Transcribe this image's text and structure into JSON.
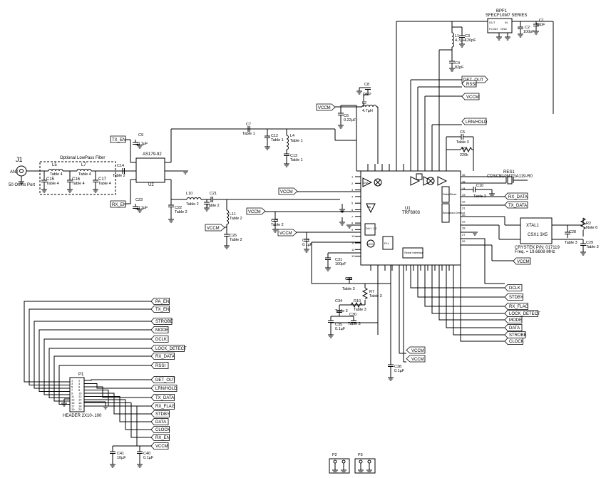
{
  "antenna": {
    "ref": "J1",
    "label": "ANT",
    "sub": "50 Ohms Port"
  },
  "filter": {
    "title": "Optional LowPass Filter"
  },
  "ics": {
    "u2": {
      "ref": "U2",
      "part": "AS179-92"
    },
    "u1": {
      "ref": "U1",
      "part": "TRF6903"
    },
    "bpf1": {
      "ref": "BPF1",
      "part": "SFECF10M7 SERIES",
      "pins": [
        "OUT",
        "IN",
        "FLOAT",
        "GND"
      ]
    },
    "xtal1": {
      "ref": "XTAL1",
      "part": "CSX1 3X5",
      "note1": "CRYSTEK P/N: 017119",
      "note2": "Freq. = 19.6608 MHz"
    },
    "res1": {
      "ref": "RES1",
      "part": "CDSCB10M7GA119-R0"
    },
    "p1": {
      "ref": "P1",
      "part": "HEADER 2X10-.100"
    },
    "p2": {
      "ref": "P2"
    },
    "p3": {
      "ref": "P3"
    }
  },
  "blocks": {
    "lna": "LNA",
    "pa": "PA",
    "div": "DIV / 1,2",
    "vco": "VCO",
    "pll": "PLL",
    "serial": "Serial Interface",
    "demod": "Data Slicer",
    "mod": "Brownian Demod"
  },
  "components": {
    "L5": {
      "ref": "L5",
      "val": "Table 4"
    },
    "L7": {
      "ref": "L7",
      "val": "Table 4"
    },
    "C15": {
      "ref": "C15",
      "val": "Table 4"
    },
    "C16": {
      "ref": "C16",
      "val": "Table 4"
    },
    "C17": {
      "ref": "C17",
      "val": "Table 4"
    },
    "C14": {
      "ref": "C14",
      "val": "Table 2"
    },
    "C9": {
      "ref": "C9",
      "val": "0.1µF"
    },
    "C23": {
      "ref": "C23",
      "val": "0.1µF"
    },
    "C22": {
      "ref": "C22",
      "val": "Table 2"
    },
    "L10": {
      "ref": "L10",
      "val": "Table 2"
    },
    "C21": {
      "ref": "C21",
      "val": "Table 2"
    },
    "L11": {
      "ref": "L11",
      "val": "Table 2"
    },
    "C26": {
      "ref": "C26",
      "val": "Table 2"
    },
    "C7": {
      "ref": "C7",
      "val": "Table 1"
    },
    "C12": {
      "ref": "C12",
      "val": "Table 1"
    },
    "L4": {
      "ref": "L4",
      "val": "Table 1"
    },
    "C13": {
      "ref": "C13",
      "val": "Table 1"
    },
    "C6": {
      "ref": "C6",
      "val": "0.22µF"
    },
    "C8": {
      "ref": "C8",
      "val": "DNP"
    },
    "L2": {
      "ref": "L2",
      "val": "4.7µH"
    },
    "L1": {
      "ref": "L1",
      "val": "4.7µH"
    },
    "C3": {
      "ref": "C3",
      "val": "120pF"
    },
    "C4": {
      "ref": "C4",
      "val": "82pF"
    },
    "C2": {
      "ref": "C2",
      "val": "100pF"
    },
    "C1": {
      "ref": "C1",
      "val": "82pF"
    },
    "C5": {
      "ref": "C5",
      "val": "Table 3"
    },
    "R1": {
      "ref": "R1",
      "val": "220k"
    },
    "C10": {
      "ref": "C10",
      "val": "Table 3"
    },
    "R2": {
      "ref": "R2",
      "val": "Note 6"
    },
    "C28": {
      "ref": "C28",
      "val": "Table 3"
    },
    "C29": {
      "ref": "C29",
      "val": "Table 3"
    },
    "C25": {
      "ref": "C25",
      "val": "Table 2"
    },
    "C27": {
      "ref": "C27",
      "val": "0.1µF"
    },
    "C31": {
      "ref": "C31",
      "val": "100pF"
    },
    "C33": {
      "ref": "C33",
      "val": "Table 3"
    },
    "R7": {
      "ref": "R7",
      "val": "Table 3"
    },
    "C34": {
      "ref": "C34",
      "val": "Table 3"
    },
    "R10": {
      "ref": "R10",
      "val": "Table 3"
    },
    "C30": {
      "ref": "C30",
      "val": "Table 3"
    },
    "C35": {
      "ref": "C35",
      "val": "0.1µF"
    },
    "C38": {
      "ref": "C38",
      "val": "0.1µF"
    },
    "C41": {
      "ref": "C41",
      "val": "10µF"
    },
    "C40": {
      "ref": "C40",
      "val": "0.1µF"
    }
  },
  "nets": {
    "tx_en": "TX_EN",
    "rx_en": "RX_EN",
    "vccm": "VCCM",
    "det_out": "DET_OUT",
    "rssi": "RSSI",
    "lrn_hold": "LRN/HOLD",
    "rx_data": "RX_DATA",
    "tx_data": "TX_DATA",
    "dclk": "DCLK",
    "strobe": "STROBE",
    "rx_flag": "RX_FLAG",
    "lock_detect": "LOCK_DETECT",
    "mode": "MODE",
    "data": "DATA",
    "clock": "CLOCK",
    "pa_en": "PA_EN"
  },
  "header_labels_left": [
    "PA_EN",
    "TX_EN",
    "STROBE",
    "MODE",
    "DCLK",
    "LOCK_DETECT",
    "RX_DATA",
    "RSSI"
  ],
  "header_labels_right": [
    "DET_OUT",
    "LRN/HOLD",
    "TX_DATA",
    "RX_FLAG",
    "STDBY",
    "DATA",
    "CLOCK",
    "RX_EN",
    "VCCM"
  ],
  "u1_right_labels": [
    "DCLK",
    "STDBY",
    "RX_FLAG",
    "LOCK_DETECT",
    "MODE",
    "DATA",
    "STROBE",
    "CLOCK"
  ],
  "u1_pins_left": [
    "1",
    "2",
    "3",
    "4",
    "5",
    "6",
    "7",
    "8",
    "9",
    "10",
    "11",
    "12",
    "13"
  ],
  "u1_pins_right": [
    "36",
    "35",
    "34",
    "33",
    "32",
    "31",
    "30",
    "29",
    "28",
    "27",
    "26"
  ]
}
